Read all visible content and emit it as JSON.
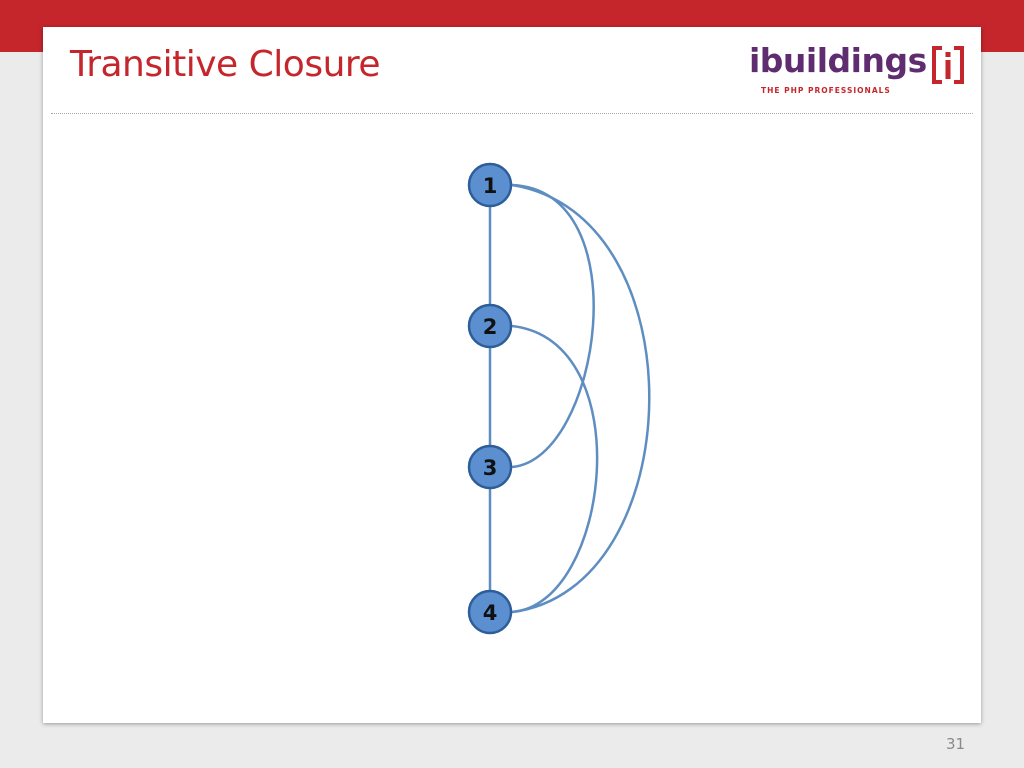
{
  "slide": {
    "title": "Transitive Closure",
    "page_number": "31"
  },
  "logo": {
    "wordmark": "ibuildings",
    "mark": "[i]",
    "tagline": "THE PHP PROFESSIONALS"
  },
  "colors": {
    "brand_red": "#c4262b",
    "brand_purple": "#5f2d6f",
    "node_fill": "#5b8fd0",
    "node_stroke": "#2e5e99",
    "edge": "#5e8ec1"
  },
  "graph": {
    "nodes": [
      {
        "id": "1",
        "label": "1"
      },
      {
        "id": "2",
        "label": "2"
      },
      {
        "id": "3",
        "label": "3"
      },
      {
        "id": "4",
        "label": "4"
      }
    ],
    "edges": [
      {
        "from": "1",
        "to": "2",
        "style": "straight"
      },
      {
        "from": "2",
        "to": "3",
        "style": "straight"
      },
      {
        "from": "3",
        "to": "4",
        "style": "straight"
      },
      {
        "from": "1",
        "to": "3",
        "style": "arc"
      },
      {
        "from": "2",
        "to": "4",
        "style": "arc"
      },
      {
        "from": "1",
        "to": "4",
        "style": "arc"
      }
    ]
  }
}
